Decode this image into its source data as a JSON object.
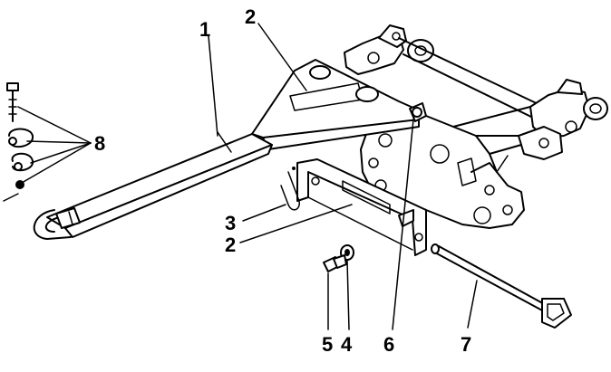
{
  "callouts": [
    {
      "id": "c1",
      "text": "1"
    },
    {
      "id": "c2a",
      "text": "2"
    },
    {
      "id": "c2b",
      "text": "2"
    },
    {
      "id": "c3",
      "text": "3"
    },
    {
      "id": "c4",
      "text": "4"
    },
    {
      "id": "c5",
      "text": "5"
    },
    {
      "id": "c6",
      "text": "6"
    },
    {
      "id": "c7",
      "text": "7"
    },
    {
      "id": "c8",
      "text": "8"
    }
  ]
}
